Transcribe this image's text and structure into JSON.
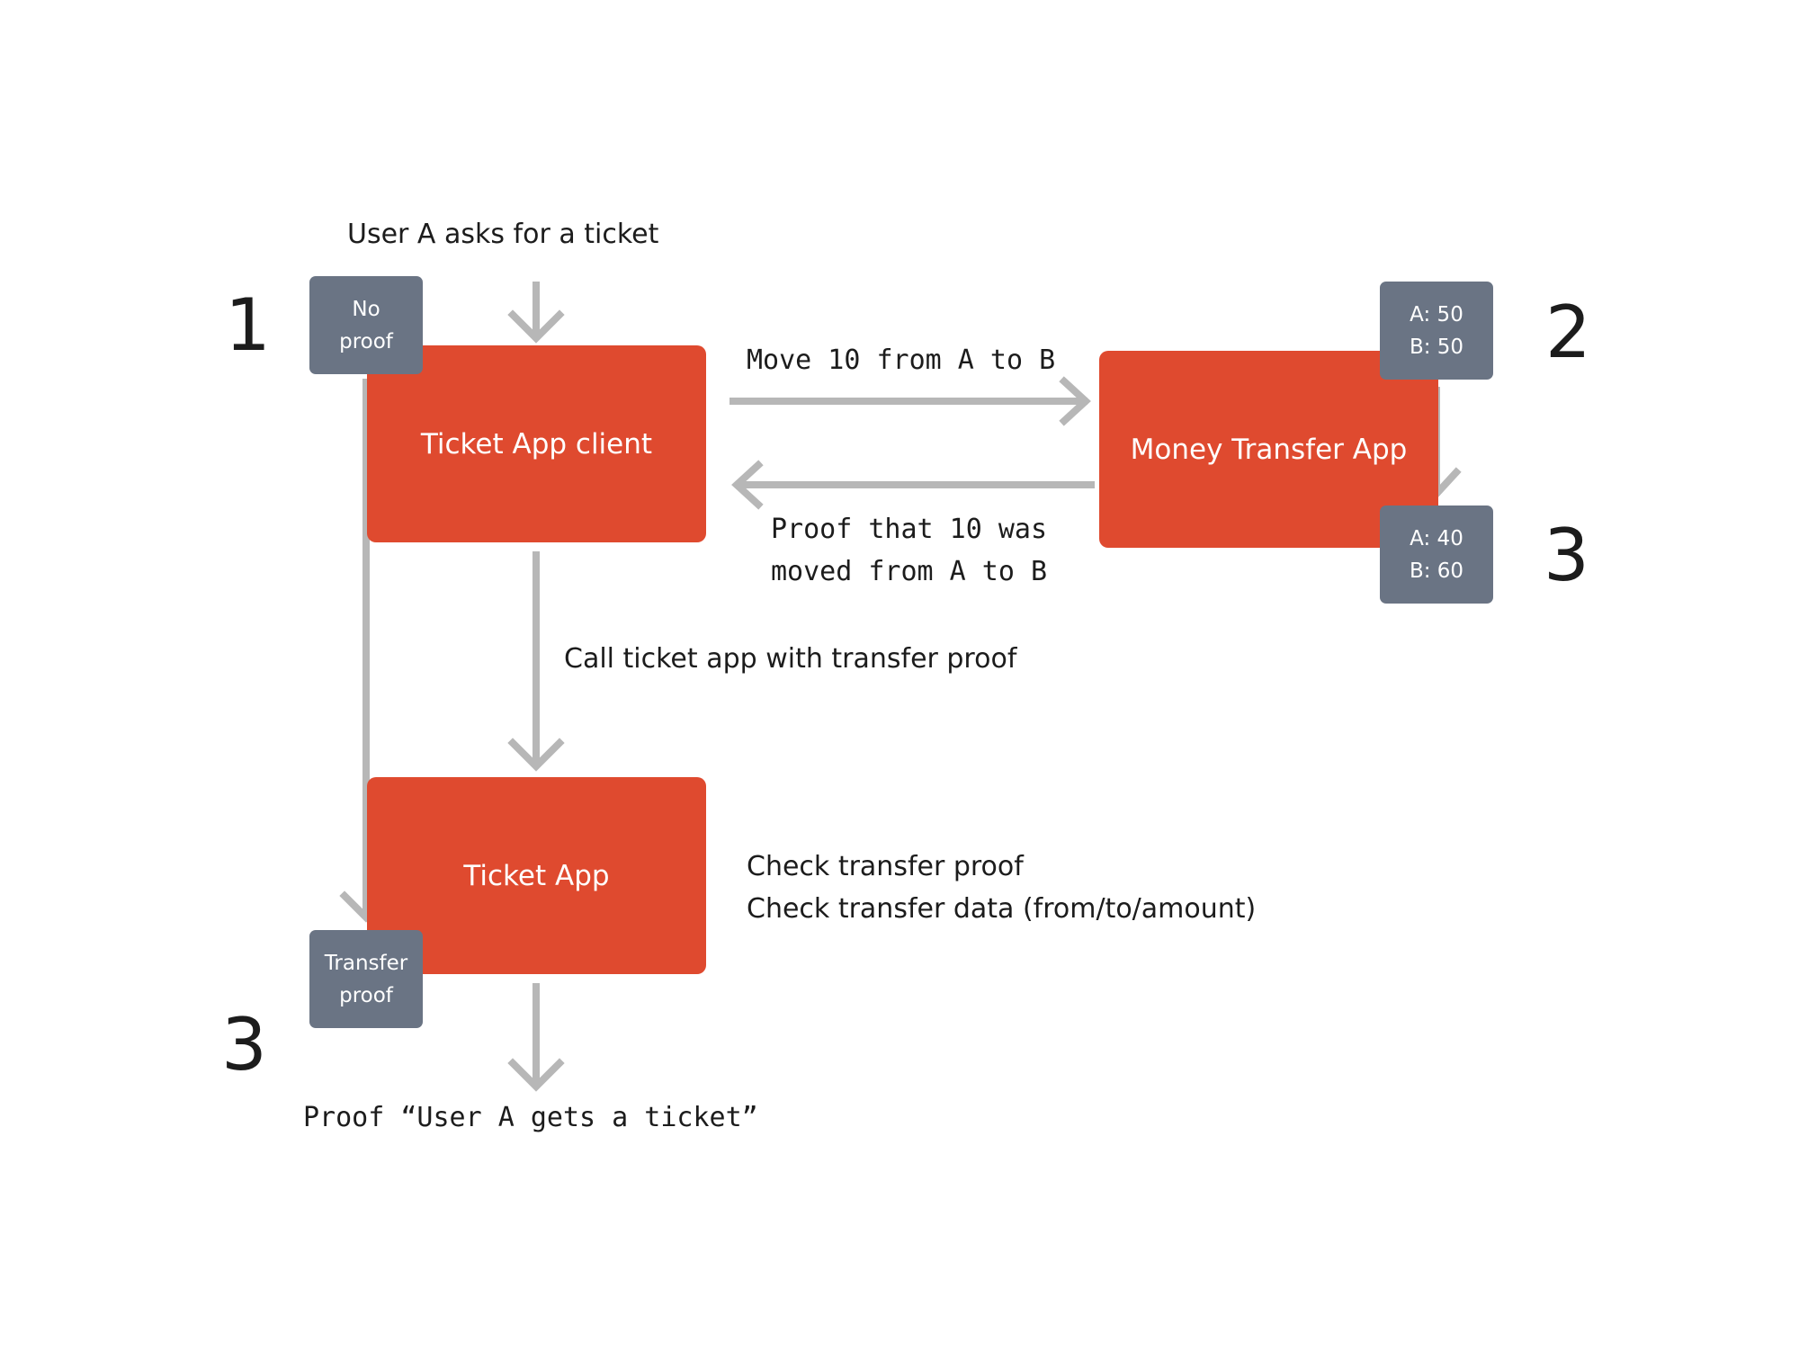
{
  "labels": {
    "user_request": "User A asks for a ticket",
    "move_request": "Move 10 from A to B",
    "proof_line1": "Proof that 10 was",
    "proof_line2": "moved from A to B",
    "call_ticket_app": "Call ticket app with transfer proof",
    "check_line1": "Check transfer proof",
    "check_line2": "Check transfer data (from/to/amount)",
    "final_proof": "Proof “User A gets a ticket”"
  },
  "boxes": {
    "ticket_app_client": "Ticket App client",
    "money_transfer_app": "Money Transfer App",
    "ticket_app": "Ticket App"
  },
  "state_cards": {
    "no_proof": {
      "line1": "No",
      "line2": "proof"
    },
    "balance_before": {
      "line1": "A: 50",
      "line2": "B: 50"
    },
    "balance_after": {
      "line1": "A: 40",
      "line2": "B: 60"
    },
    "transfer_proof": {
      "line1": "Transfer",
      "line2": "proof"
    }
  },
  "step_numbers": {
    "left_top": "1",
    "right_top": "2",
    "right_bottom": "3",
    "left_bottom": "3"
  },
  "colors": {
    "process_box": "#df4a2f",
    "state_card": "#6a7484",
    "arrow": "#b7b7b7"
  }
}
